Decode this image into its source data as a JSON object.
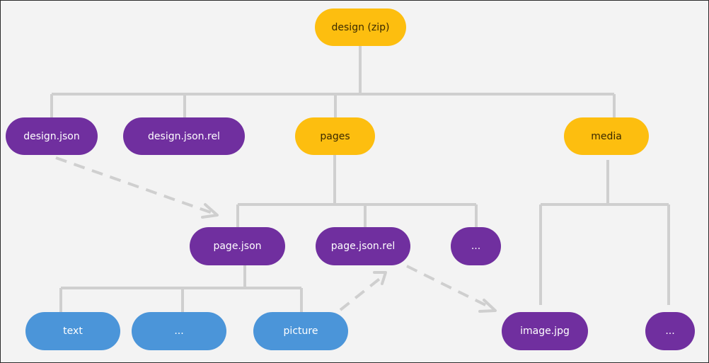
{
  "colors": {
    "archive_node": "#fdbe0f",
    "file_node": "#702f9f",
    "element_node": "#4b95d9",
    "connector": "#cfcfcf"
  },
  "nodes": {
    "design_zip": "design (zip)",
    "design_json": "design.json",
    "design_json_rel": "design.json.rel",
    "pages": "pages",
    "media": "media",
    "page_json": "page.json",
    "page_json_rel": "page.json.rel",
    "pages_more": "...",
    "text": "text",
    "elements_more": "...",
    "picture": "picture",
    "image_jpg": "image.jpg",
    "media_more": "..."
  }
}
